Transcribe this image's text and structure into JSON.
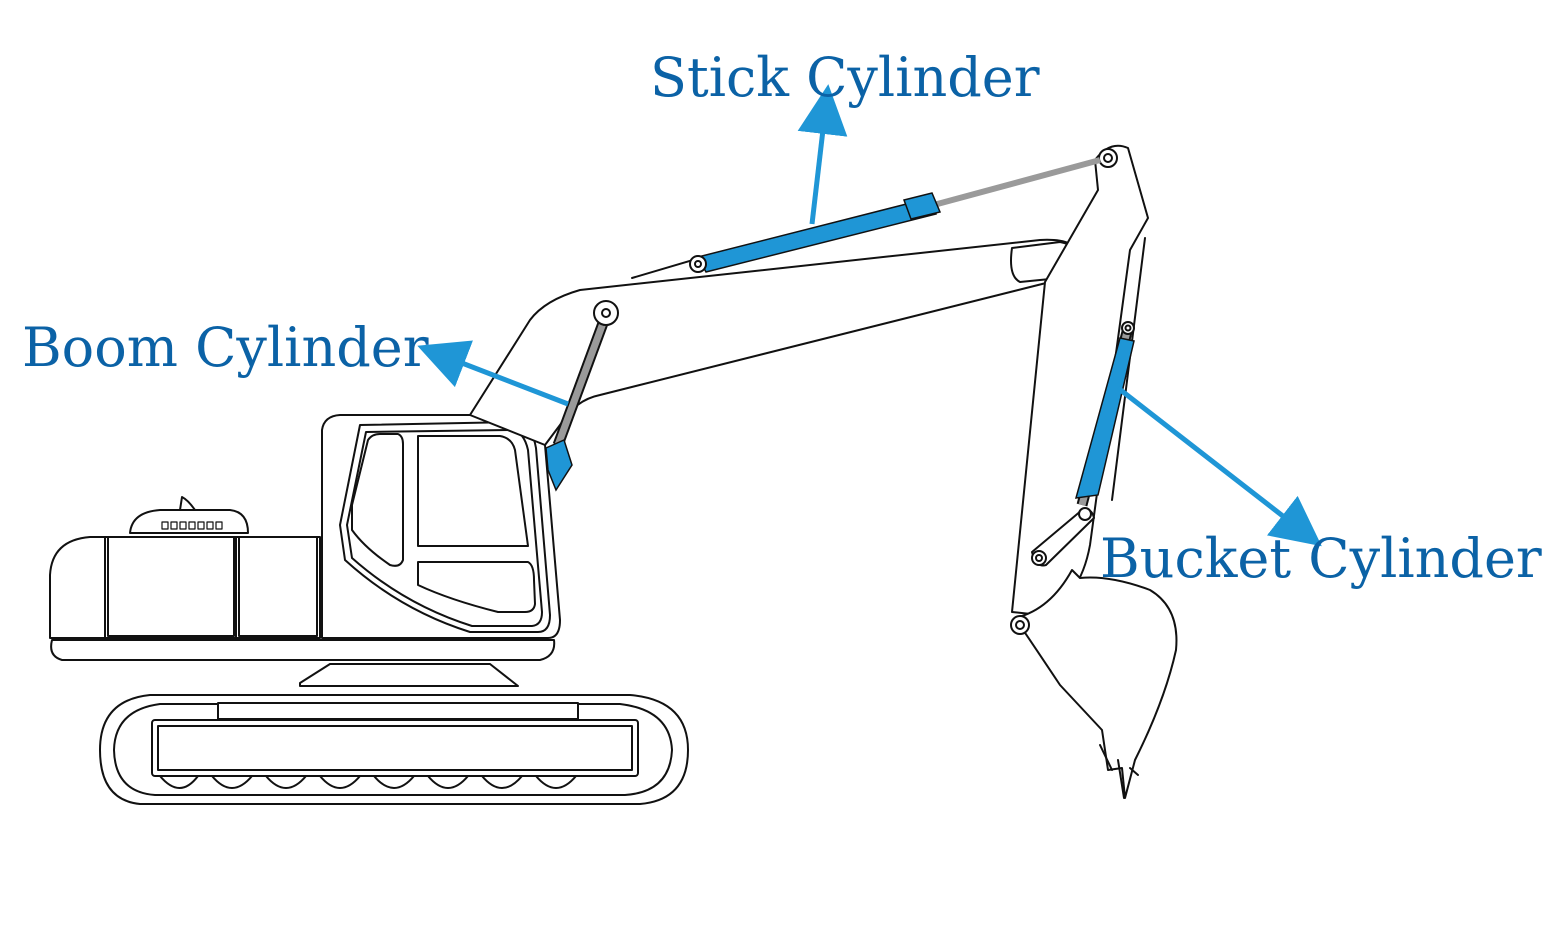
{
  "labels": {
    "stick": "Stick Cylinder",
    "boom": "Boom Cylinder",
    "bucket": "Bucket Cylinder"
  },
  "colors": {
    "label_text": "#0b62a6",
    "arrow": "#1f96d6",
    "cylinder_body": "#1f96d6",
    "cylinder_rod": "#9a9a9a",
    "line": "#111111",
    "background": "#ffffff"
  }
}
